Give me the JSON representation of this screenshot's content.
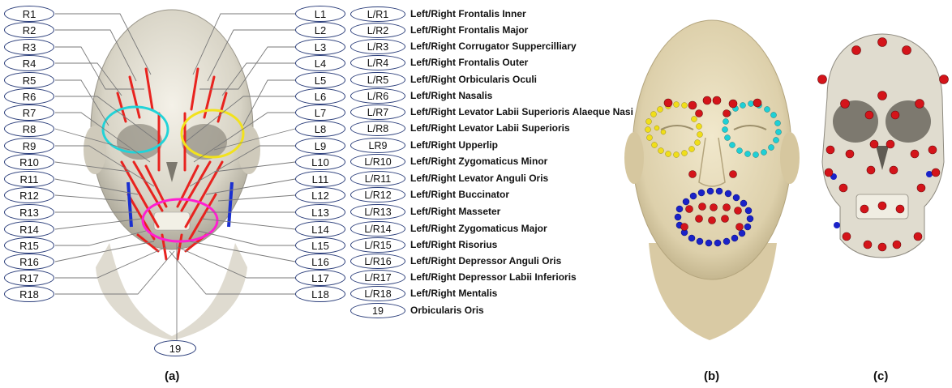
{
  "left_labels": [
    "R1",
    "R2",
    "R3",
    "R4",
    "R5",
    "R6",
    "R7",
    "R8",
    "R9",
    "R10",
    "R11",
    "R12",
    "R13",
    "R14",
    "R15",
    "R16",
    "R17",
    "R18"
  ],
  "right_labels": [
    "L1",
    "L2",
    "L3",
    "L4",
    "L5",
    "L6",
    "L7",
    "L8",
    "L9",
    "L10",
    "L11",
    "L12",
    "L13",
    "L14",
    "L15",
    "L16",
    "L17",
    "L18"
  ],
  "bottom_label": "19",
  "legend": [
    {
      "code": "L/R1",
      "name": "Left/Right Frontalis Inner"
    },
    {
      "code": "L/R2",
      "name": "Left/Right Frontalis Major"
    },
    {
      "code": "L/R3",
      "name": "Left/Right Corrugator Suppercilliary"
    },
    {
      "code": "L/R4",
      "name": "Left/Right Frontalis Outer"
    },
    {
      "code": "L/R5",
      "name": "Left/Right  Orbicularis Oculi"
    },
    {
      "code": "L/R6",
      "name": "Left/Right Nasalis"
    },
    {
      "code": "L/R7",
      "name": "Left/Right Levator Labii Superioris Alaeque Nasi"
    },
    {
      "code": "L/R8",
      "name": "Left/Right Levator Labii Superioris"
    },
    {
      "code": "LR9",
      "name": "Left/Right Upperlip"
    },
    {
      "code": "L/R10",
      "name": "Left/Right Zygomaticus Minor"
    },
    {
      "code": "L/R11",
      "name": "Left/Right Levator Anguli Oris"
    },
    {
      "code": "L/R12",
      "name": "Left/Right Buccinator"
    },
    {
      "code": "L/R13",
      "name": "Left/Right Masseter"
    },
    {
      "code": "L/R14",
      "name": "Left/Right Zygomaticus Major"
    },
    {
      "code": "L/R15",
      "name": "Left/Right Risorius"
    },
    {
      "code": "L/R16",
      "name": "Left/Right Depressor Anguli Oris"
    },
    {
      "code": "L/R17",
      "name": "Left/Right Depressor Labii Inferioris"
    },
    {
      "code": "L/R18",
      "name": "Left/Right Mentalis"
    },
    {
      "code": "19",
      "name": "Orbicularis Oris"
    }
  ],
  "captions": {
    "a": "(a)",
    "b": "(b)",
    "c": "(c)"
  },
  "colors": {
    "muscle": "#e8231f",
    "right_eye": "#22d3d8",
    "left_eye": "#f2e21c",
    "mouth": "#ff1fd0",
    "jaw": "#1a2fd0",
    "marker_red": "#d4141a",
    "marker_yellow": "#f0de1a",
    "marker_cyan": "#1ed0d6",
    "marker_blue": "#1a22c8",
    "skin": "#e6dcc0",
    "skull": "#e0dccf"
  }
}
